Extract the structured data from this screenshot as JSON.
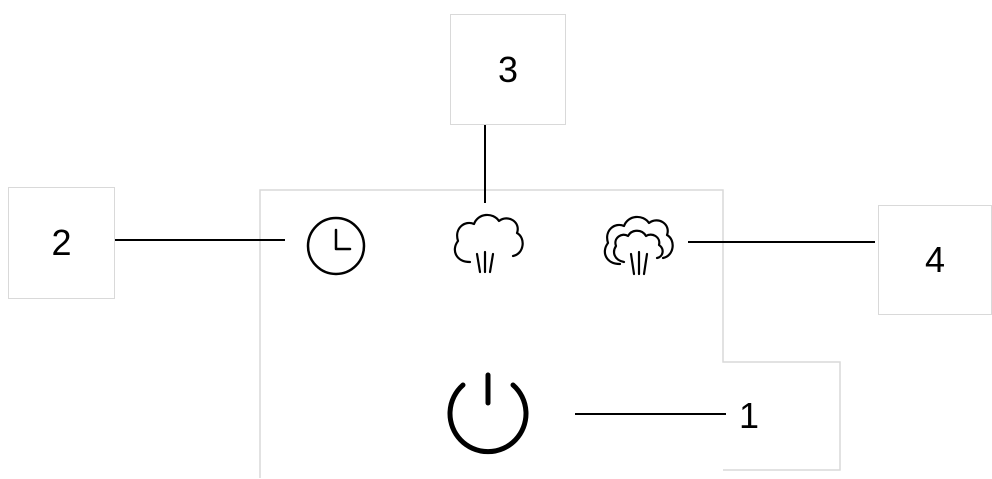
{
  "diagram": {
    "labels": {
      "power": "1",
      "timer": "2",
      "steam": "3",
      "steam_boost": "4"
    },
    "icons": {
      "power": "power-icon",
      "timer": "clock-icon",
      "steam": "steam-cloud-icon",
      "steam_boost": "double-steam-cloud-icon"
    },
    "colors": {
      "line": "#000000",
      "box_border": "#d9d9d9"
    }
  }
}
